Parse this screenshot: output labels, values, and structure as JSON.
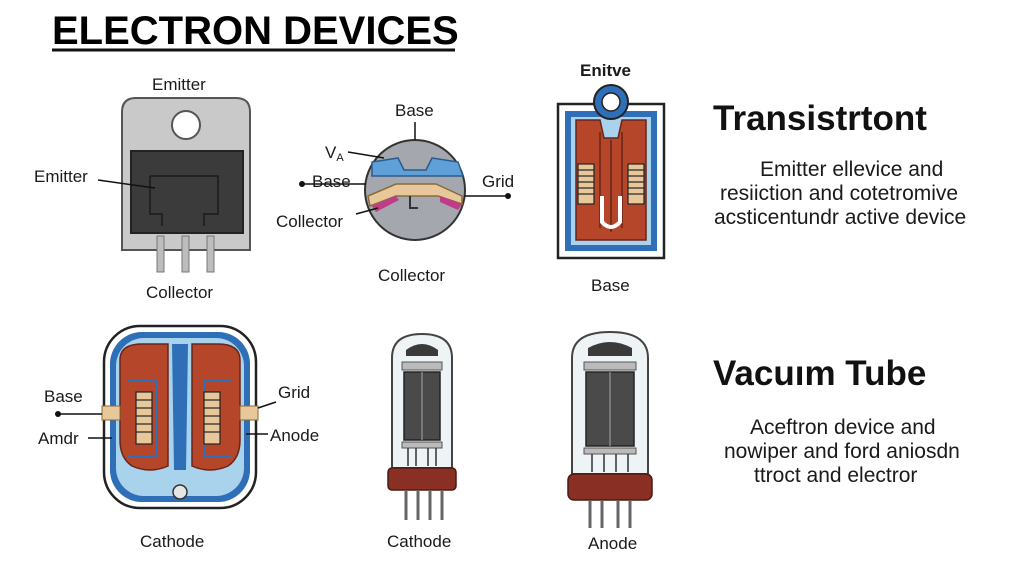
{
  "title": "ELECTRON DEVICES",
  "transistor_package": {
    "labels": {
      "top": "Emitter",
      "left": "Emitter",
      "bottom": "Collector"
    }
  },
  "junction_diagram": {
    "labels": {
      "top": "Base",
      "voltage": "V",
      "voltage_sub": "A",
      "left": "Base",
      "right": "Grid",
      "left_lower": "Collector",
      "bottom": "Collector"
    }
  },
  "cross_section": {
    "labels": {
      "top": "Enitve",
      "bottom": "Base"
    }
  },
  "transistor_info": {
    "heading": "Transistrtont",
    "description": [
      "Emitter ellevice and",
      "resiiction and cotetromive",
      "acsticentundr active device"
    ]
  },
  "tube_section": {
    "labels": {
      "left_top": "Base",
      "left_bottom": "Amdr",
      "right_top": "Grid",
      "right_bottom": "Anode",
      "bottom": "Cathode"
    }
  },
  "vacuum_tube_1": {
    "labels": {
      "bottom": "Cathode"
    }
  },
  "vacuum_tube_2": {
    "labels": {
      "bottom": "Anode"
    }
  },
  "vacuum_tube_info": {
    "heading": "Vacuım Tube",
    "description": [
      "Aceftron device and",
      "nowiper and ford aniosdn",
      "ttroct and electror"
    ]
  },
  "colors": {
    "copper": "#b5462a",
    "blue": "#2f6fb8",
    "light_blue": "#a9d2ec",
    "dark_body": "#3a3a3a",
    "gray_body": "#bdbdbd",
    "tan": "#e8c89a",
    "tube_base": "#8a2f24"
  }
}
